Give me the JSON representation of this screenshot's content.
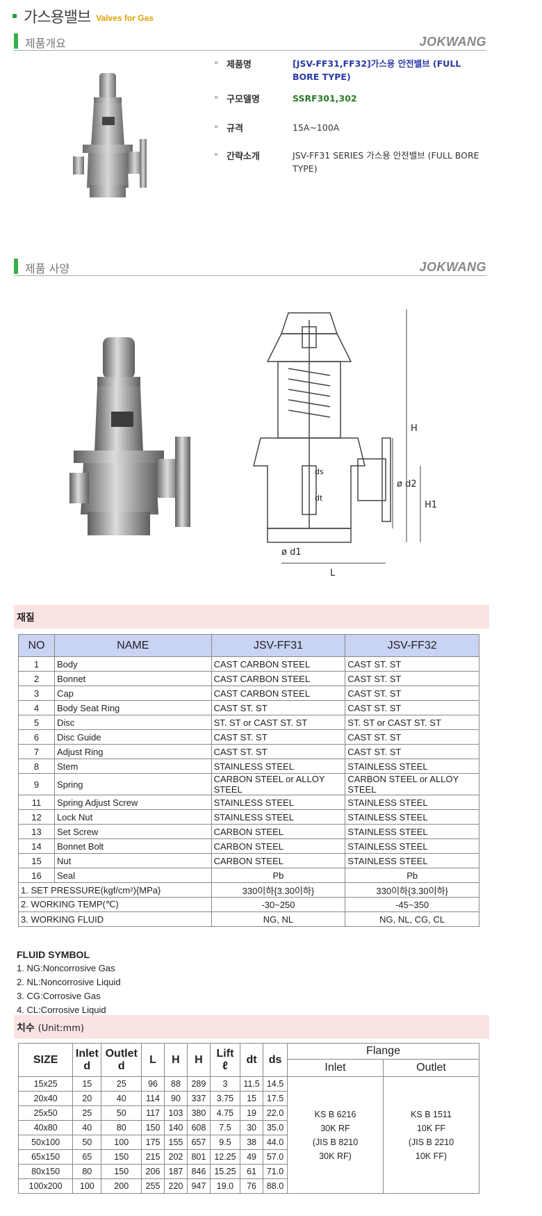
{
  "header": {
    "title_ko": "가스용밸브",
    "title_en": "Valves for Gas"
  },
  "overview": {
    "section_title": "제품개요",
    "brand": "JOKWANG",
    "rows": [
      {
        "label": "제품명",
        "value": "[JSV-FF31,FF32]가스용 안전밸브 (FULL BORE TYPE)"
      },
      {
        "label": "구모델명",
        "value": "SSRF301,302"
      },
      {
        "label": "규격",
        "value": "15A~100A"
      },
      {
        "label": "간략소개",
        "value": "JSV-FF31 SERIES 가스용 안전밸브 (FULL BORE TYPE)"
      }
    ]
  },
  "spec": {
    "section_title": "제품 사양",
    "brand": "JOKWANG",
    "drawing_labels": {
      "H": "H",
      "H1": "H1",
      "d1": "ø d1",
      "d2": "ø d2",
      "L": "L",
      "ds": "ds",
      "dt": "dt"
    }
  },
  "material": {
    "title": "재질",
    "headers": [
      "NO",
      "NAME",
      "JSV-FF31",
      "JSV-FF32"
    ],
    "rows": [
      [
        "1",
        "Body",
        "CAST CARBON STEEL",
        "CAST ST. ST"
      ],
      [
        "2",
        "Bonnet",
        "CAST CARBON STEEL",
        "CAST ST. ST"
      ],
      [
        "3",
        "Cap",
        "CAST CARBON STEEL",
        "CAST ST. ST"
      ],
      [
        "4",
        "Body Seat Ring",
        "CAST ST. ST",
        "CAST ST. ST"
      ],
      [
        "5",
        "Disc",
        "ST. ST or CAST ST. ST",
        "ST. ST or CAST ST. ST"
      ],
      [
        "6",
        "Disc Guide",
        "CAST ST. ST",
        "CAST ST. ST"
      ],
      [
        "7",
        "Adjust Ring",
        "CAST ST. ST",
        "CAST ST. ST"
      ],
      [
        "8",
        "Stem",
        "STAINLESS STEEL",
        "STAINLESS STEEL"
      ],
      [
        "9",
        "Spring",
        "CARBON STEEL or ALLOY STEEL",
        "CARBON STEEL or ALLOY STEEL"
      ],
      [
        "11",
        "Spring Adjust Screw",
        "STAINLESS STEEL",
        "STAINLESS STEEL"
      ],
      [
        "12",
        "Lock Nut",
        "STAINLESS STEEL",
        "STAINLESS STEEL"
      ],
      [
        "13",
        "Set Screw",
        "CARBON STEEL",
        "STAINLESS STEEL"
      ],
      [
        "14",
        "Bonnet Bolt",
        "CARBON STEEL",
        "STAINLESS STEEL"
      ],
      [
        "15",
        "Nut",
        "CARBON STEEL",
        "STAINLESS STEEL"
      ],
      [
        "16",
        "Seal",
        "Pb",
        "Pb"
      ]
    ],
    "extra_rows": [
      [
        "1. SET PRESSURE(kgf/cm²){MPa}",
        "330이하{3.30이하}",
        "330이하{3.30이하}"
      ],
      [
        "2. WORKING TEMP(℃)",
        "-30~250",
        "-45~350"
      ],
      [
        "3. WORKING FLUID",
        "NG, NL",
        "NG, NL, CG, CL"
      ]
    ]
  },
  "fluid_symbol": {
    "title": "FLUID SYMBOL",
    "items": [
      "1. NG:Noncorrosive Gas",
      "2. NL:Noncorrosive Liquid",
      "3. CG:Corrosive Gas",
      "4. CL:Corrosive Liquid"
    ]
  },
  "dimensions": {
    "title": "치수",
    "unit": "(Unit:mm)",
    "headers": {
      "size": "SIZE",
      "inlet": "Inlet",
      "inlet_sub": "d",
      "outlet": "Outlet",
      "outlet_sub": "d",
      "L": "L",
      "H": "H",
      "H2": "H",
      "lift": "Lift",
      "lift_sub": "ℓ",
      "dt": "dt",
      "ds": "ds",
      "flange": "Flange",
      "flange_inlet": "Inlet",
      "flange_outlet": "Outlet"
    },
    "rows": [
      [
        "15x25",
        "15",
        "25",
        "96",
        "88",
        "289",
        "3",
        "11.5",
        "14.5"
      ],
      [
        "20x40",
        "20",
        "40",
        "114",
        "90",
        "337",
        "3.75",
        "15",
        "17.5"
      ],
      [
        "25x50",
        "25",
        "50",
        "117",
        "103",
        "380",
        "4.75",
        "19",
        "22.0"
      ],
      [
        "40x80",
        "40",
        "80",
        "150",
        "140",
        "608",
        "7.5",
        "30",
        "35.0"
      ],
      [
        "50x100",
        "50",
        "100",
        "175",
        "155",
        "657",
        "9.5",
        "38",
        "44.0"
      ],
      [
        "65x150",
        "65",
        "150",
        "215",
        "202",
        "801",
        "12.25",
        "49",
        "57.0"
      ],
      [
        "80x150",
        "80",
        "150",
        "206",
        "187",
        "846",
        "15.25",
        "61",
        "71.0"
      ],
      [
        "100x200",
        "100",
        "200",
        "255",
        "220",
        "947",
        "19.0",
        "76",
        "88.0"
      ]
    ],
    "flange_inlet_text": [
      "KS B 6216",
      "30K RF",
      "(JIS B 8210",
      "30K RF)"
    ],
    "flange_outlet_text": [
      "KS B 1511",
      "10K FF",
      "(JIS B 2210",
      "10K FF)"
    ]
  }
}
